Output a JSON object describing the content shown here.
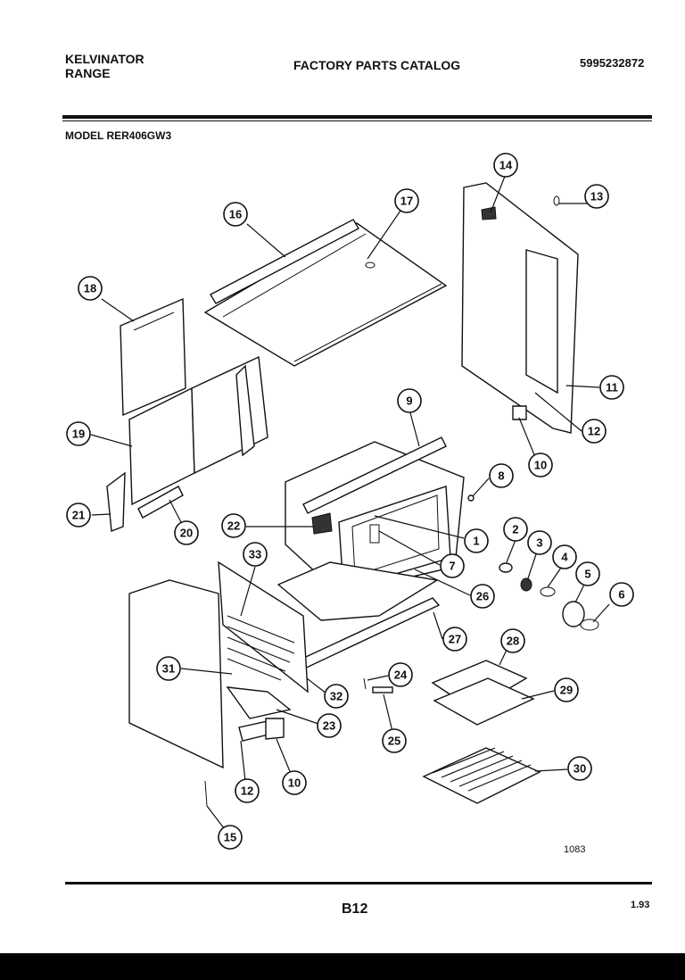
{
  "header": {
    "brand_line1": "KELVINATOR",
    "brand_line2": "RANGE",
    "catalog_title": "FACTORY PARTS CATALOG",
    "part_number": "5995232872",
    "model": "MODEL RER406GW3"
  },
  "footer": {
    "page_number": "B12",
    "date": "1.93",
    "diagram_code": "1083"
  },
  "callouts": [
    "14",
    "13",
    "16",
    "17",
    "18",
    "11",
    "12",
    "10",
    "9",
    "19",
    "8",
    "21",
    "20",
    "22",
    "1",
    "2",
    "3",
    "4",
    "7",
    "5",
    "6",
    "26",
    "33",
    "27",
    "28",
    "31",
    "24",
    "29",
    "32",
    "23",
    "25",
    "10",
    "12",
    "30",
    "15"
  ]
}
